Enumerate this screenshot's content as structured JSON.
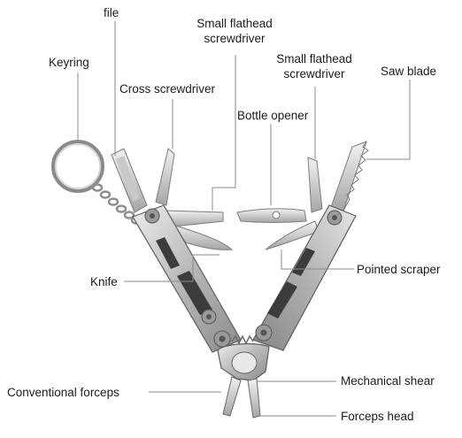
{
  "labels": {
    "file": "file",
    "keyring": "Keyring",
    "cross_screwdriver": "Cross screwdriver",
    "small_flathead_1_line1": "Small flathead",
    "small_flathead_1_line2": "screwdriver",
    "small_flathead_2_line1": "Small flathead",
    "small_flathead_2_line2": "screwdriver",
    "saw_blade": "Saw blade",
    "bottle_opener": "Bottle opener",
    "knife": "Knife",
    "pointed_scraper": "Pointed scraper",
    "conventional_forceps": "Conventional forceps",
    "mechanical_shear": "Mechanical shear",
    "forceps_head": "Forceps head"
  },
  "colors": {
    "steel_light": "#d9d9d9",
    "steel_mid": "#a9a9a9",
    "steel_dark": "#6f6f6f",
    "leader_line": "#8a8a8a"
  }
}
